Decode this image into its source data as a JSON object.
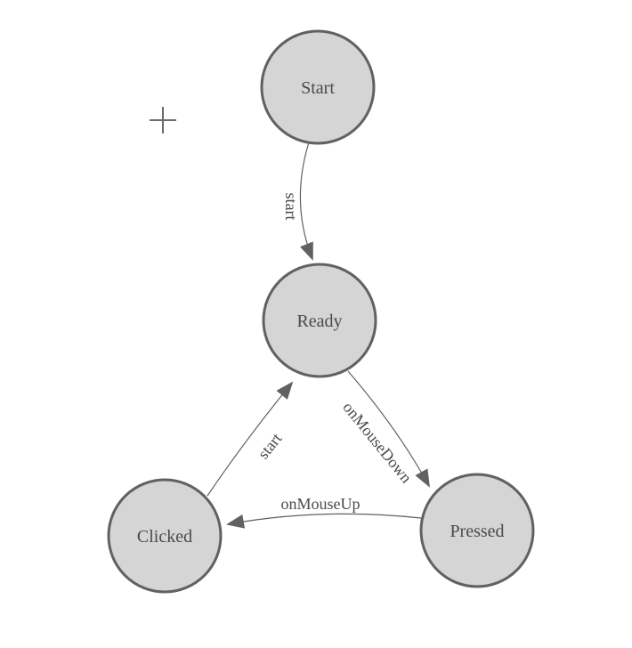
{
  "diagram": {
    "type": "state-machine-diagram",
    "nodes": [
      {
        "id": "start",
        "label": "Start"
      },
      {
        "id": "ready",
        "label": "Ready"
      },
      {
        "id": "clicked",
        "label": "Clicked"
      },
      {
        "id": "pressed",
        "label": "Pressed"
      }
    ],
    "edges": [
      {
        "from": "Start",
        "to": "Ready",
        "label": "start"
      },
      {
        "from": "Ready",
        "to": "Pressed",
        "label": "onMouseDown"
      },
      {
        "from": "Pressed",
        "to": "Clicked",
        "label": "onMouseUp"
      },
      {
        "from": "Clicked",
        "to": "Ready",
        "label": "start"
      }
    ],
    "icons": [
      {
        "name": "crosshair-cursor-icon"
      }
    ],
    "colors": {
      "background": "#ffffff",
      "node_fill": "#d5d5d5",
      "node_stroke": "#616161",
      "edge_stroke": "#616161",
      "arrowhead": "#616161",
      "label_text": "#4a4a4a",
      "crosshair": "#6b6b6b"
    }
  }
}
